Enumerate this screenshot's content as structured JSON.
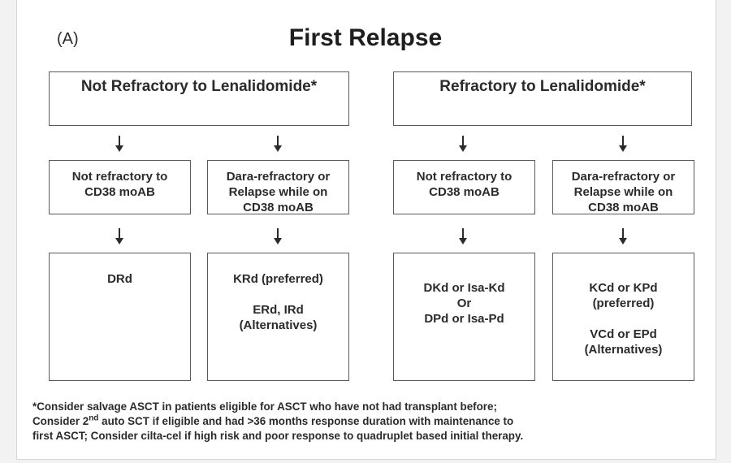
{
  "panel_label": "(A)",
  "title": "First Relapse",
  "branches": [
    {
      "header": "Not Refractory to Lenalidomide*",
      "columns": [
        {
          "condition": [
            "Not refractory to",
            "CD38 moAB"
          ],
          "treatment": [
            "DRd"
          ]
        },
        {
          "condition": [
            "Dara-refractory or",
            "Relapse while on",
            "CD38 moAB"
          ],
          "treatment": [
            "KRd (preferred)",
            "",
            "ERd, IRd",
            "(Alternatives)"
          ]
        }
      ]
    },
    {
      "header": "Refractory to Lenalidomide*",
      "columns": [
        {
          "condition": [
            "Not refractory to",
            "CD38 moAB"
          ],
          "treatment": [
            "DKd or Isa-Kd",
            "Or",
            "DPd or Isa-Pd"
          ]
        },
        {
          "condition": [
            "Dara-refractory or",
            "Relapse while on",
            "CD38 moAB"
          ],
          "treatment": [
            "KCd or KPd",
            "(preferred)",
            "",
            "VCd or EPd",
            "(Alternatives)"
          ]
        }
      ]
    }
  ],
  "footnote": {
    "line1": "*Consider salvage ASCT in patients eligible for ASCT who have not had transplant before;",
    "line2_pre": "Consider 2",
    "line2_sup": "nd",
    "line2_post": " auto SCT if eligible and had >36 months response duration with maintenance to",
    "line3": "first ASCT; Consider cilta-cel if high risk and poor response to quadruplet based initial therapy."
  },
  "colors": {
    "box_border": "#5a5a5a",
    "text": "#2b2b2b",
    "frame_border": "#d6d6d6",
    "background": "#f2f2f2"
  }
}
